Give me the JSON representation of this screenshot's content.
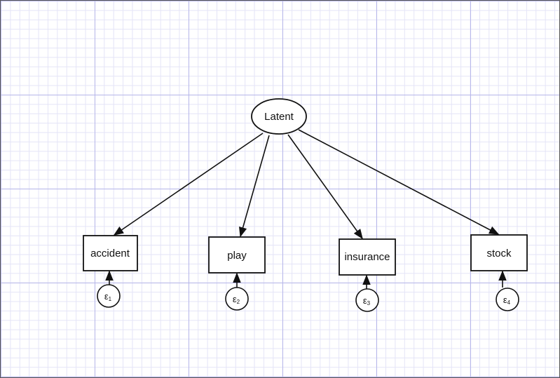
{
  "diagram": {
    "latent": {
      "label": "Latent"
    },
    "indicators": [
      {
        "id": "accident",
        "label": "accident",
        "error": {
          "symbol": "ε",
          "sub": "1"
        }
      },
      {
        "id": "play",
        "label": "play",
        "error": {
          "symbol": "ε",
          "sub": "2"
        }
      },
      {
        "id": "insurance",
        "label": "insurance",
        "error": {
          "symbol": "ε",
          "sub": "3"
        }
      },
      {
        "id": "stock",
        "label": "stock",
        "error": {
          "symbol": "ε",
          "sub": "4"
        }
      }
    ],
    "colors": {
      "stroke": "#111111",
      "grid_major": "#b8b8ea",
      "grid_minor": "#e4e4f7"
    }
  }
}
